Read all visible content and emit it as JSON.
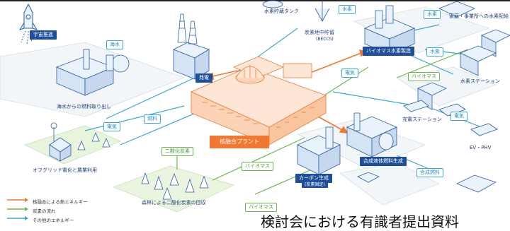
{
  "labels": {
    "space": "宇宙推進",
    "seawater": "海水",
    "seawater_fuel": "海水からの燃料取り出し",
    "power_gen": "発電",
    "electricity": "電気",
    "fuel": "燃料",
    "offgrid": "オフグリッド電化と農業利用",
    "hydrogen_tank": "水素貯蔵タンク",
    "hydrogen": "水素",
    "beccs_title": "炭素地中貯留",
    "beccs_sub": "(BECCS)",
    "biomass_h2": "バイオマス水素製造",
    "home_h2": "家庭・事業所への水素配給",
    "h2_station": "水素ステーション",
    "biomass": "バイオマス",
    "charging_station": "充電ステーション",
    "evphv": "EV・PHV",
    "fusion_plant": "核融合プラント",
    "co2": "二酸化炭素",
    "carbon_title": "カーボン生成",
    "carbon_sub": "(炭素固定)",
    "synfuel": "合成液体燃料生成",
    "synfuel_short": "合成燃料",
    "forest": "森林による二酸化炭素の回収"
  },
  "legend": [
    {
      "label": "核融合による熱エネルギー",
      "color": "#f07830"
    },
    {
      "label": "炭素の流れ",
      "color": "#6cb84a"
    },
    {
      "label": "その他のエネルギー",
      "color": "#3aa8d8"
    }
  ],
  "caption": "検討会における有識者提出資料"
}
